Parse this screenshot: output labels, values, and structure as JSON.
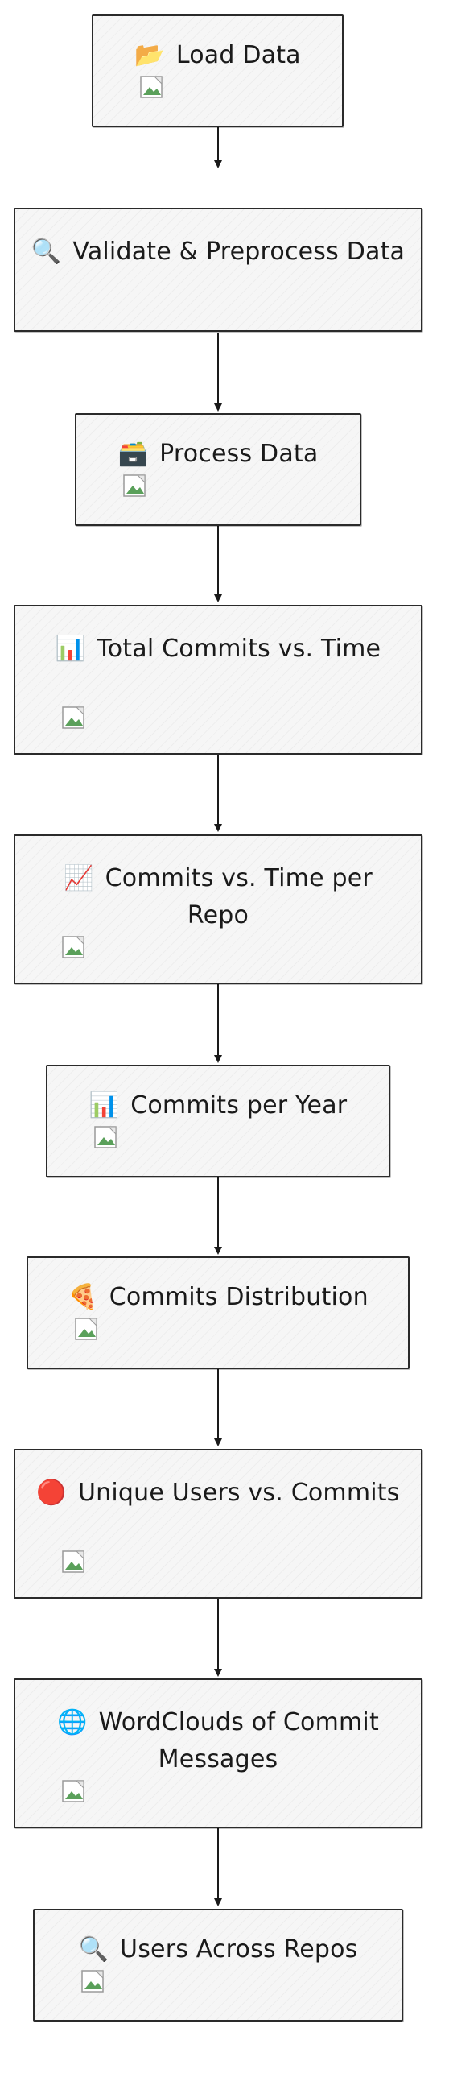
{
  "steps": [
    {
      "icon": "📂",
      "label": "Load Data"
    },
    {
      "icon": "🔍",
      "label": "Validate & Preprocess Data"
    },
    {
      "icon": "🗃️",
      "label": "Process Data"
    },
    {
      "icon": "📊",
      "label": "Total Commits vs. Time"
    },
    {
      "icon": "📈",
      "label": "Commits vs. Time per Repo"
    },
    {
      "icon": "📊",
      "label": "Commits per Year"
    },
    {
      "icon": "🍕",
      "label": "Commits Distribution"
    },
    {
      "icon": "🔴",
      "label": "Unique Users vs. Commits"
    },
    {
      "icon": "🌐",
      "label": "WordClouds of Commit Messages"
    },
    {
      "icon": "🔍",
      "label": "Users Across Repos"
    }
  ]
}
